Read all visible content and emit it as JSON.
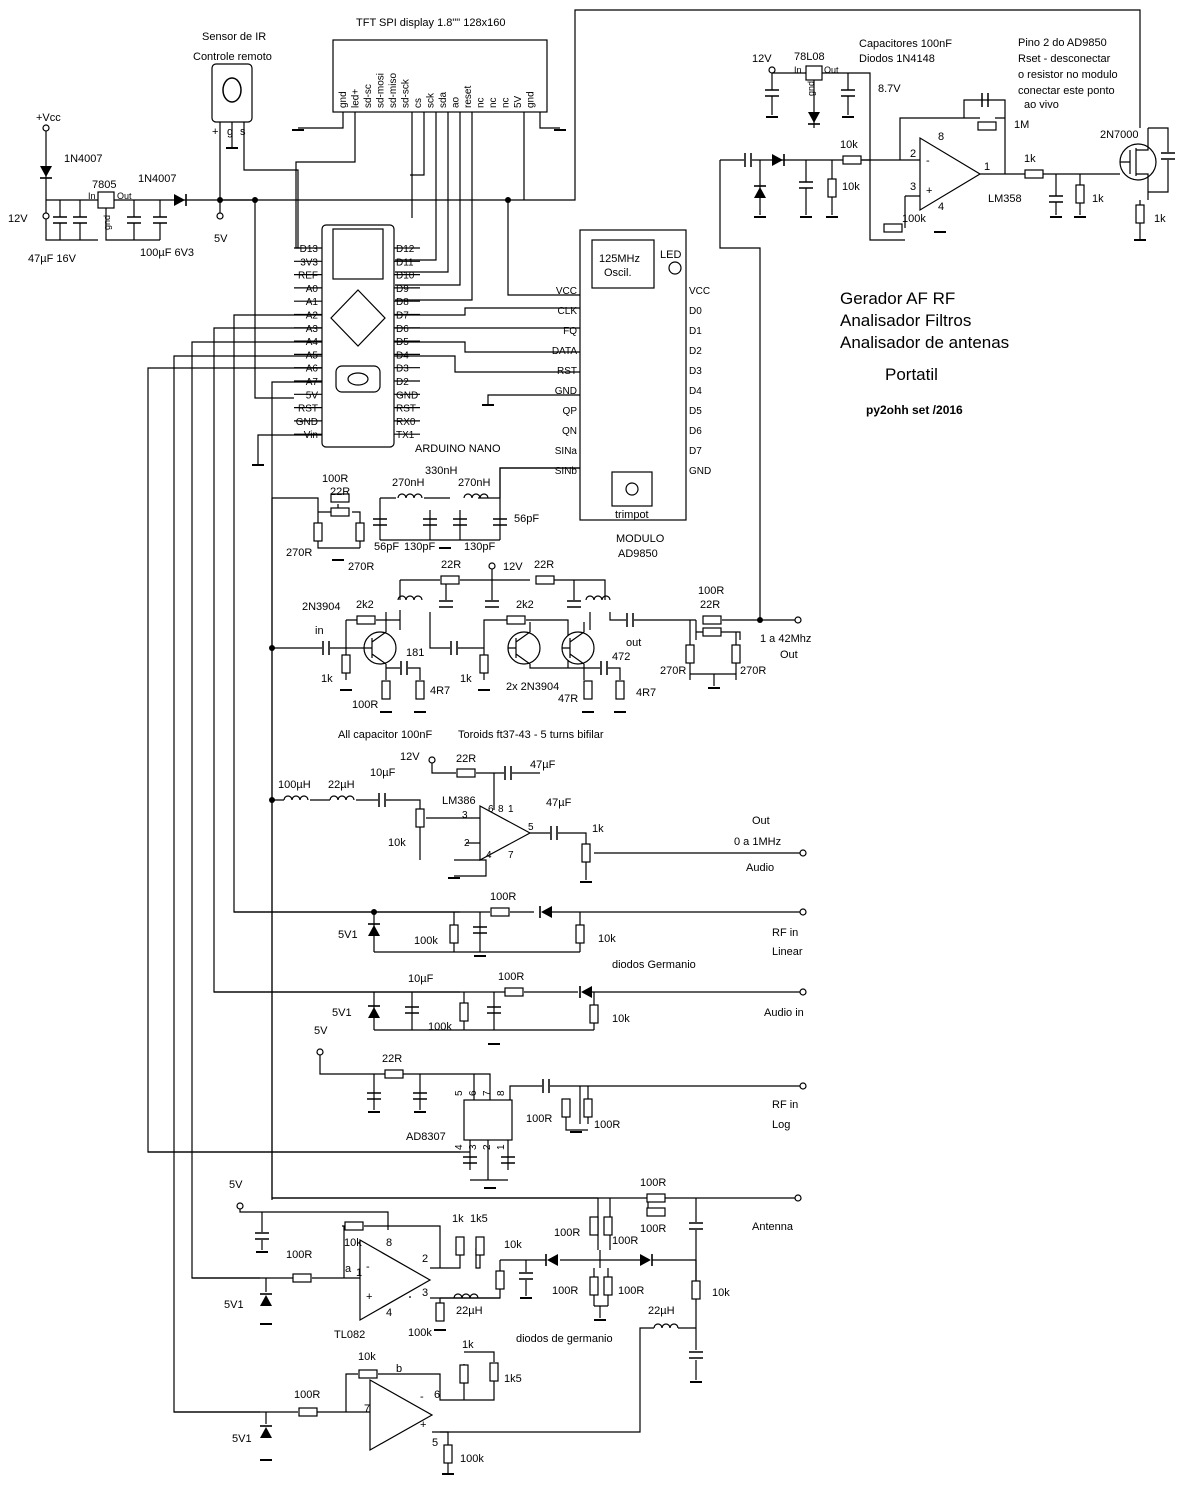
{
  "title": {
    "line1": "Gerador AF RF",
    "line2": "Analisador Filtros",
    "line3": "Analisador de antenas",
    "line4": "Portatil",
    "author": "py2ohh  set /2016"
  },
  "display": {
    "label": "TFT SPI display 1.8\"\" 128x160",
    "pins": [
      "gnd",
      "led+",
      "sd-sc",
      "sd-mosi",
      "sd-miso",
      "sd-sck",
      "cs",
      "sck",
      "sda",
      "ao",
      "reset",
      "nc",
      "nc",
      "nc",
      "5V",
      "gnd"
    ]
  },
  "ir_sensor": {
    "line1": "Sensor de IR",
    "line2": "Controle remoto",
    "pins": [
      "+",
      "g",
      "s"
    ]
  },
  "power": {
    "vcc_label": "+Vcc",
    "diode1": "1N4007",
    "diode2": "1N4007",
    "reg": "7805",
    "reg_in": "In",
    "reg_out": "Out",
    "reg_gnd": "gnd",
    "in_v": "12V",
    "cap_in": "47µF 16V",
    "cap_out": "100µF 6V3",
    "out_v": "5V"
  },
  "arduino": {
    "label": "ARDUINO NANO",
    "left_pins": [
      "D13",
      "3V3",
      "REF",
      "A0",
      "A1",
      "A2",
      "A3",
      "A4",
      "A5",
      "A6",
      "A7",
      "5V",
      "RST",
      "GND",
      "Vin"
    ],
    "right_pins": [
      "D12",
      "D11",
      "D10",
      "D9",
      "D8",
      "D7",
      "D6",
      "D5",
      "D4",
      "D3",
      "D2",
      "GND",
      "RST",
      "RX0",
      "TX1"
    ]
  },
  "ad9850": {
    "module_label": "MODULO",
    "name": "AD9850",
    "osc_line1": "125MHz",
    "osc_line2": "Oscil.",
    "led": "LED",
    "trimpot": "trimpot",
    "left_pins": [
      "VCC",
      "CLK",
      "FQ",
      "DATA",
      "RST",
      "GND",
      "QP",
      "QN",
      "SINa",
      "SINb"
    ],
    "right_pins": [
      "VCC",
      "D0",
      "D1",
      "D2",
      "D3",
      "D4",
      "D5",
      "D6",
      "D7",
      "GND"
    ]
  },
  "regulator2": {
    "v_in": "12V",
    "reg": "78L08",
    "reg_in": "In",
    "reg_out": "Out",
    "reg_gnd": "gnd",
    "caps_note": "Capacitores 100nF",
    "diodes_note": "Diodos 1N4148",
    "v_out": "8.7V",
    "r_in": "10k",
    "r_gnd": "10k",
    "r_fb": "1M",
    "pot": "100k",
    "opamp": "LM358",
    "pin2": "2",
    "pin3": "3",
    "pin1": "1",
    "pin8": "8",
    "pin4": "4",
    "r_out": "1k",
    "r_out2": "1k",
    "fet": "2N7000",
    "r_fet": "1k",
    "note1": "Pino 2 do AD9850",
    "note2": "Rset - desconectar",
    "note3": "o resistor no modulo",
    "note4": "conectar este ponto",
    "note5": "ao vivo"
  },
  "lpf": {
    "r_series": "100R",
    "r_series2": "22R",
    "r_shunt1": "270R",
    "r_shunt2": "270R",
    "l1": "270nH",
    "l2": "330nH",
    "l3": "270nH",
    "c1": "56pF",
    "c2": "130pF",
    "c3": "130pF",
    "c4": "56pF"
  },
  "amp": {
    "v": "12V",
    "r_supply1": "22R",
    "r_supply2": "22R",
    "q1": "2N3904",
    "q2": "2x 2N3904",
    "r_b1": "2k2",
    "r_b2": "2k2",
    "in": "in",
    "out": "out",
    "r_e1": "1k",
    "r_e2": "100R",
    "c_e1": "181",
    "r_e3": "4R7",
    "r_e4": "1k",
    "r_e5": "47R",
    "c_e2": "472",
    "r_e6": "4R7",
    "caps_note": "All capacitor 100nF",
    "toroid_note": "Toroids ft37-43 - 5 turns bifilar",
    "att_r1": "100R",
    "att_r2": "22R",
    "att_r3": "270R",
    "att_r4": "270R",
    "out_line1": "1 a 42Mhz",
    "out_line2": "Out"
  },
  "audio": {
    "v": "12V",
    "r_supply": "22R",
    "c_supply": "47µF",
    "l1": "100µH",
    "l2": "22µH",
    "c_in": "10µF",
    "pot": "10k",
    "ic": "LM386",
    "c_out": "47µF",
    "pot_out": "1k",
    "out_line1": "Out",
    "out_line2": "0 a 1MHz",
    "out_line3": "Audio",
    "pins": [
      "3",
      "2",
      "4",
      "5",
      "6",
      "8",
      "1",
      "7"
    ]
  },
  "rf_lin": {
    "zener": "5V1",
    "r_load": "100k",
    "r_ser": "100R",
    "r_in": "10k",
    "label1": "RF in",
    "label2": "Linear",
    "note": "diodos Germanio"
  },
  "audio_in": {
    "zener": "5V1",
    "cap": "10µF",
    "r_load": "100k",
    "r_ser": "100R",
    "r_in": "10k",
    "label": "Audio in"
  },
  "ad8307": {
    "v": "5V",
    "r_supply": "22R",
    "ic": "AD8307",
    "r1": "100R",
    "r2": "100R",
    "label1": "RF in",
    "label2": "Log",
    "pins": [
      "5",
      "6",
      "7",
      "8",
      "4",
      "3",
      "2",
      "1"
    ]
  },
  "antenna": {
    "v": "5V",
    "r_in": "100R",
    "zener": "5V1",
    "r_fb": "10k",
    "opamp": "TL082",
    "r_div1": "1k",
    "r_div2": "1k5",
    "r_det": "10k",
    "l": "22µH",
    "r_load": "100k",
    "bridge_top1": "100R",
    "bridge_top2": "100R",
    "bridge_a": "100R",
    "bridge_b": "100R",
    "bridge_c": "100R",
    "bridge_d": "100R",
    "l2": "22µH",
    "r_right": "10k",
    "diodes_note": "diodos de germanio",
    "label": "Antenna",
    "pin_a": "a",
    "pin_b": "b",
    "pin1": "1",
    "pin2": "2",
    "pin3": "3",
    "pin4": "4",
    "pin5": "5",
    "pin6": "6",
    "pin7": "7",
    "pin8": "8"
  },
  "antenna2": {
    "r_fb": "10k",
    "r_in": "100R",
    "zener": "5V1",
    "r_div1": "1k",
    "r_div2": "1k5",
    "r_load": "100k"
  }
}
